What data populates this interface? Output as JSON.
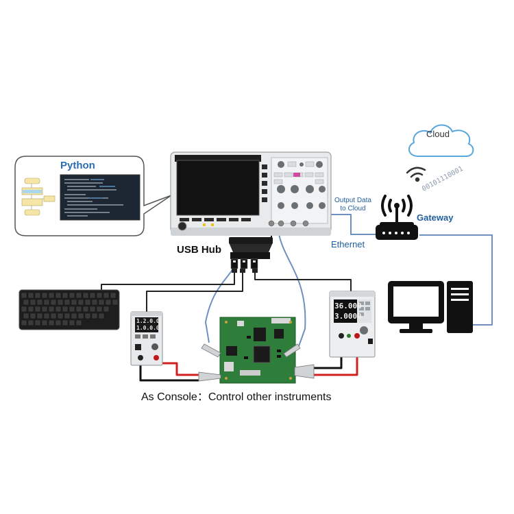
{
  "labels": {
    "python": "Python",
    "cloud": "Cloud",
    "binary": "00101110001",
    "output_data": [
      "Output Data",
      "to Cloud"
    ],
    "gateway": "Gateway",
    "ethernet": "Ethernet",
    "usb_hub": "USB Hub",
    "caption": "As Console：Control other instruments"
  },
  "psu_display": {
    "voltage": "36.000",
    "current": "3.0000"
  },
  "load_display": {
    "line1": "1.2.0.0",
    "line2": "1.0.0.0"
  },
  "colors": {
    "accent_blue": "#2b6cb0",
    "cable_blue": "#6f8fc0",
    "red_lead": "#d22020",
    "black_lead": "#111111"
  }
}
